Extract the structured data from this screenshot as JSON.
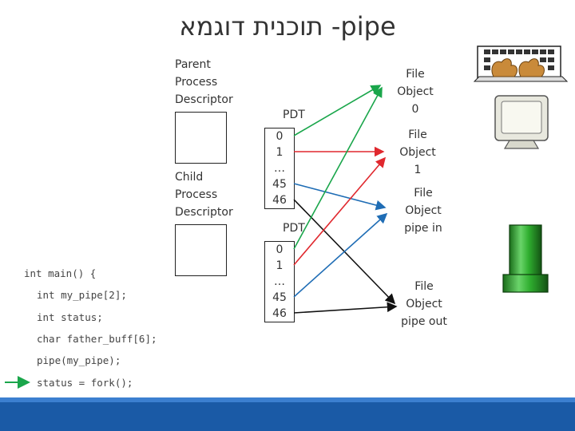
{
  "title": "תוכנית דוגמא -pipe",
  "parent_label": [
    "Parent",
    "Process",
    "Descriptor"
  ],
  "child_label": [
    "Child",
    "Process",
    "Descriptor"
  ],
  "pdt1": {
    "title": "PDT",
    "rows": [
      "0",
      "1",
      "…",
      "45",
      "46"
    ]
  },
  "pdt2": {
    "title": "PDT",
    "rows": [
      "0",
      "1",
      "…",
      "45",
      "46"
    ]
  },
  "file_objects": {
    "fo0": [
      "File",
      "Object",
      "0"
    ],
    "fo1": [
      "File",
      "Object",
      "1"
    ],
    "pipe_in": [
      "File",
      "Object",
      "pipe in"
    ],
    "pipe_out": [
      "File",
      "Object",
      "pipe out"
    ]
  },
  "code": [
    "int main() {",
    "int my_pipe[2];",
    "int status;",
    "char father_buff[6];",
    "pipe(my_pipe);",
    "status = fork();"
  ],
  "colors": {
    "green": "#1aa64b",
    "red": "#e0282e",
    "blue": "#1f6db5",
    "black": "#111111",
    "footer": "#1a5aa6"
  },
  "icons": [
    "keyboard-icon",
    "monitor-icon",
    "pipe-icon",
    "current-line-arrow-icon"
  ]
}
